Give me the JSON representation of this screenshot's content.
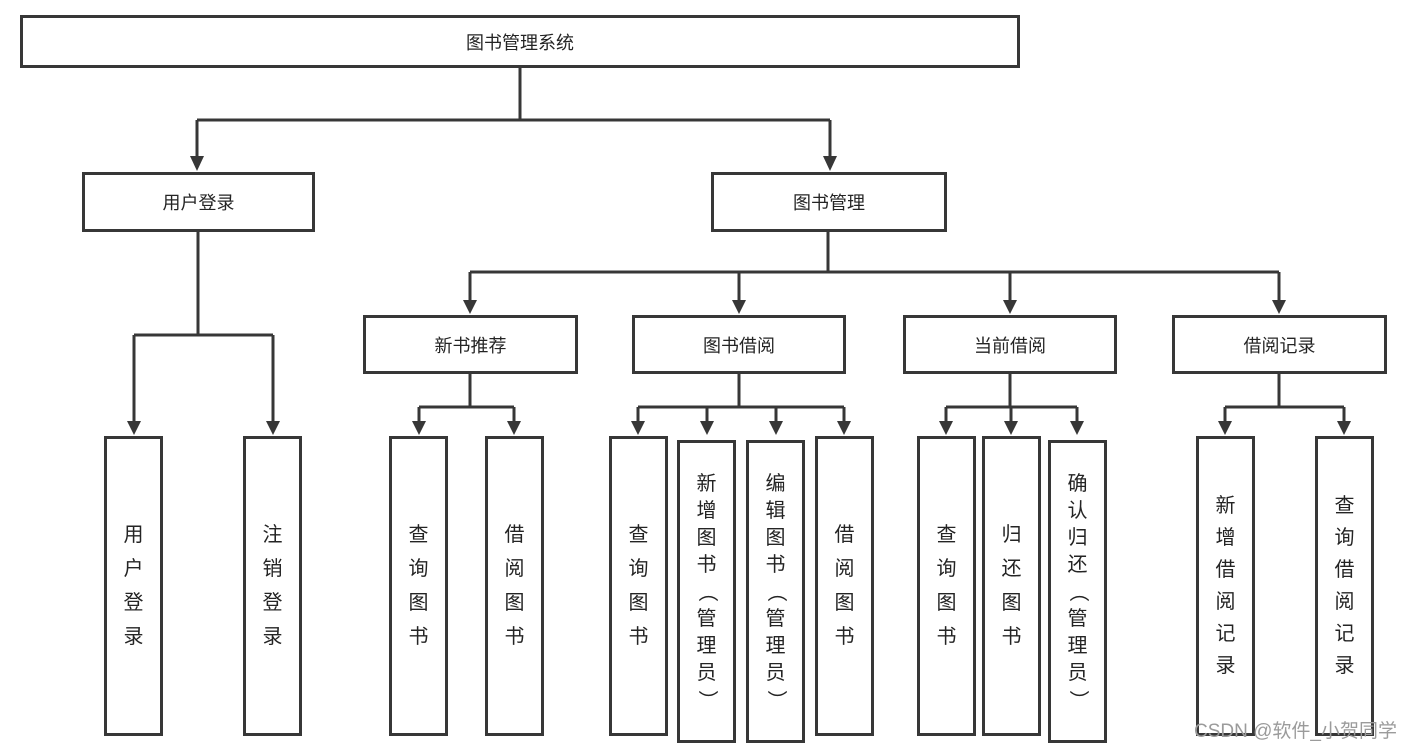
{
  "diagram": {
    "root": "图书管理系统",
    "level2": {
      "user_login": "用户登录",
      "book_management": "图书管理"
    },
    "level3": {
      "new_book_recommend": "新书推荐",
      "book_borrow": "图书借阅",
      "current_borrow": "当前借阅",
      "borrow_records": "借阅记录"
    },
    "leaves": [
      "用户登录",
      "注销登录",
      "查询图书",
      "借阅图书",
      "查询图书",
      "新增图书（管理员）",
      "编辑图书（管理员）",
      "借阅图书",
      "查询图书",
      "归还图书",
      "确认归还（管理员）",
      "新增借阅记录",
      "查询借阅记录"
    ]
  },
  "watermark": "CSDN @软件_小贺同学",
  "colors": {
    "line": "#373737",
    "box_border": "#373737",
    "text": "#242424",
    "watermark": "#9b9b9b",
    "background": "#ffffff"
  }
}
